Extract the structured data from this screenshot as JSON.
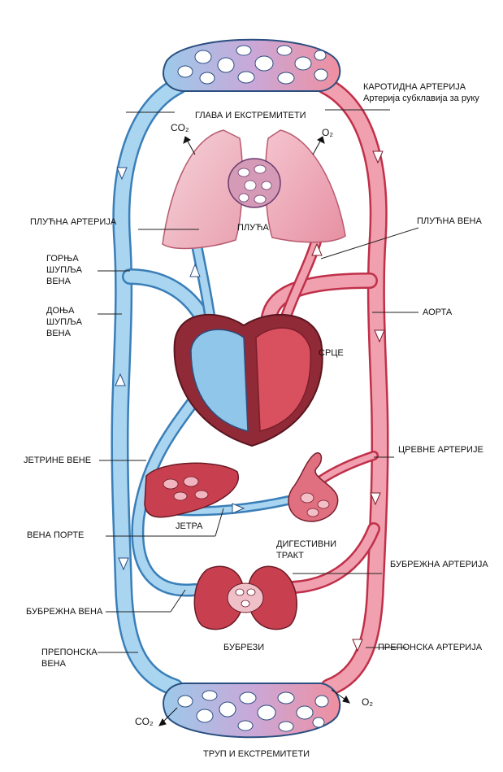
{
  "labels": {
    "head_limbs": "ГЛАВА И ЕКСТРЕМИТЕТИ",
    "carotid": "КАРОТИДНА АРТЕРИЈА",
    "subclavian": "Артерија субклавија за руку",
    "pulmonary_artery": "ПЛУЋНА АРТЕРИЈА",
    "pulmonary_vein": "ПЛУЋНА ВЕНА",
    "lungs": "ПЛУЋА",
    "superior_vena_cava": [
      "ГОРЊА",
      "ШУПЉА",
      "ВЕНА"
    ],
    "inferior_vena_cava": [
      "ДОЊА",
      "ШУПЉА",
      "ВЕНА"
    ],
    "aorta": "АОРТА",
    "heart": "СРЦЕ",
    "hepatic_veins": "ЈЕТРИНЕ ВЕНЕ",
    "intestinal_arteries": "ЦРЕВНЕ АРТЕРИЈЕ",
    "liver": "ЈЕТРА",
    "portal_vein": "ВЕНА ПОРТЕ",
    "digestive_tract": [
      "ДИГЕСТИВНИ",
      "ТРАКТ"
    ],
    "renal_artery": "БУБРЕЖНА АРТЕРИЈА",
    "renal_vein": "БУБРЕЖНА ВЕНА",
    "kidneys": "БУБРЕЗИ",
    "iliac_vein": [
      "ПРЕПОНСКА",
      "ВЕНА"
    ],
    "iliac_artery": "ПРЕПОНСКА АРТЕРИЈА",
    "trunk_limbs": "ТРУП И ЕКСТРЕМИТЕТИ",
    "co2_top": "CO₂",
    "o2_top": "O₂",
    "co2_bottom": "CO₂",
    "o2_bottom": "O₂"
  },
  "colors": {
    "venous": "#a8d4f0",
    "venous_dark": "#3a7fb8",
    "arterial": "#ef8fa0",
    "arterial_dark": "#c0304a",
    "organ": "#d9505f",
    "organ_light": "#f4b8c2"
  }
}
